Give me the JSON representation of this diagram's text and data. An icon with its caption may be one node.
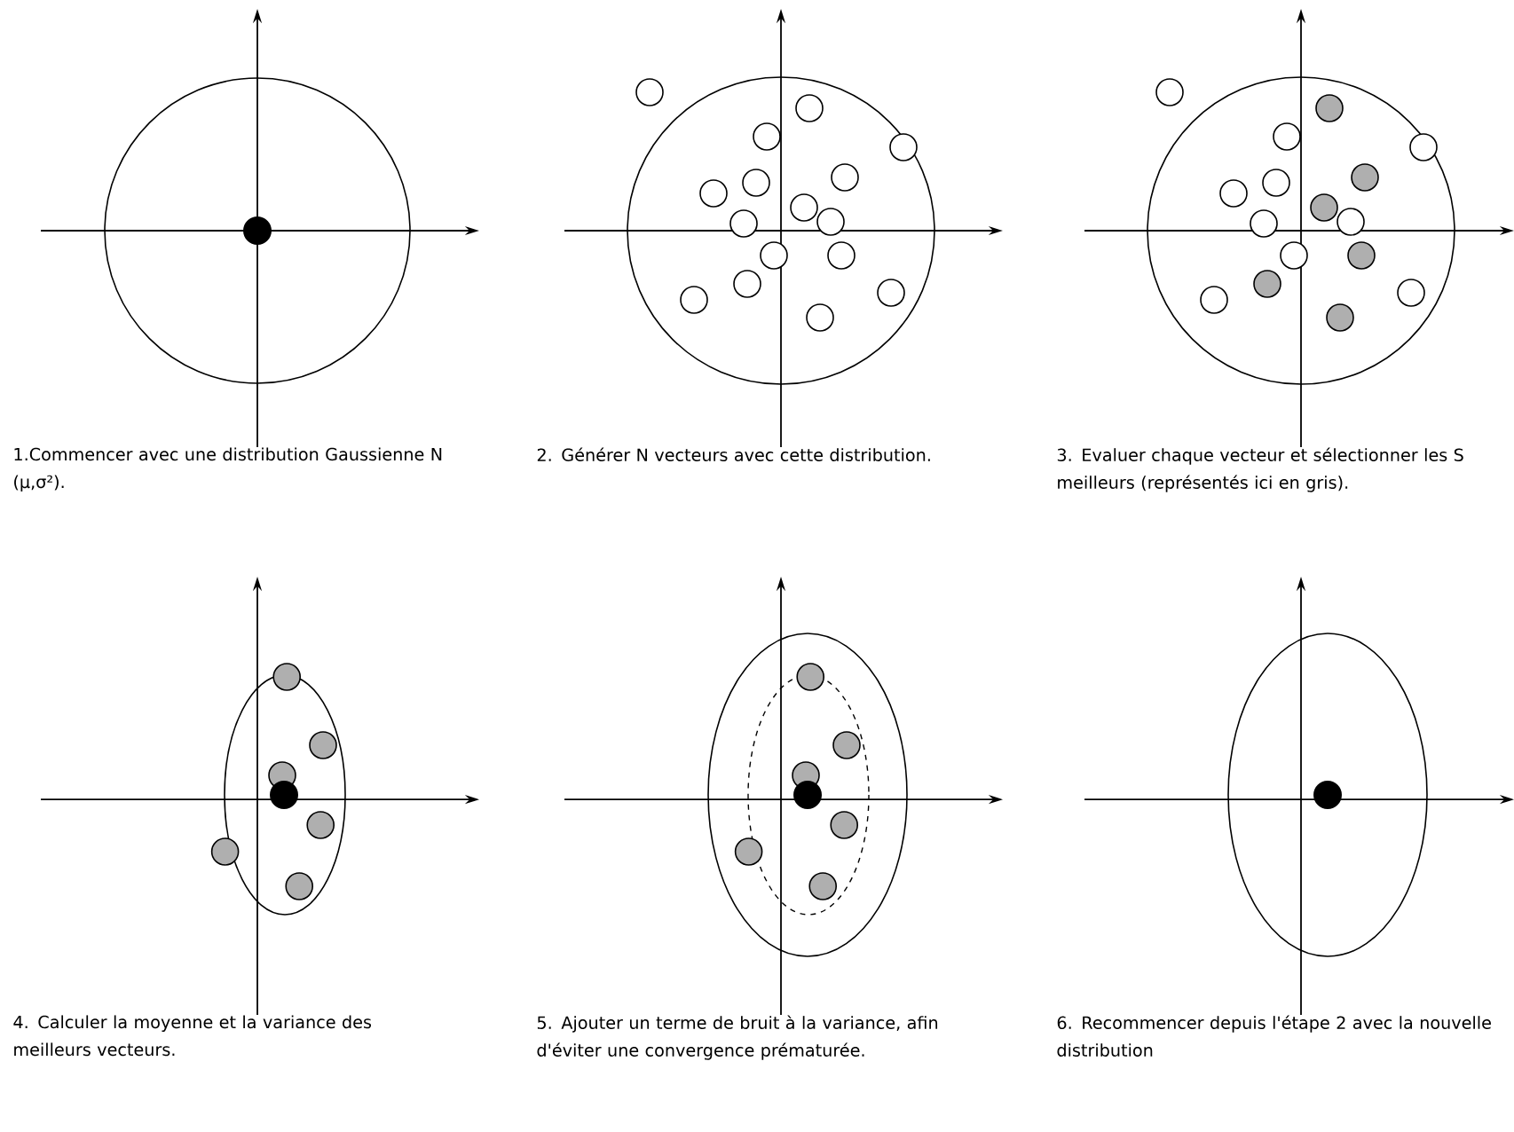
{
  "diagram": {
    "labels": [
      "1.Commencer avec une distribution Gaussienne N (µ,σ²).",
      "2. Générer N vecteurs avec cette distribution.",
      "3. Evaluer chaque vecteur et sélectionner les S meilleurs (représentés ici en gris).",
      "4. Calculer la moyenne et la variance des meilleurs vecteurs.",
      "5. Ajouter un terme de bruit à la variance, afin d'éviter une convergence prématurée.",
      "6. Recommencer depuis l'étape 2 avec la nouvelle distribution"
    ]
  }
}
